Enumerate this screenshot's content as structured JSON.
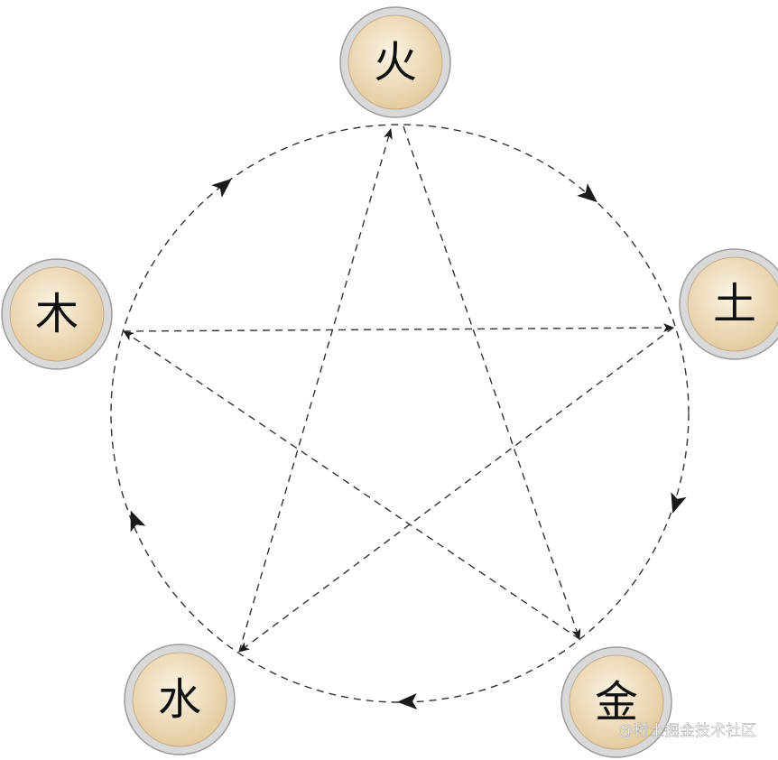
{
  "diagram": {
    "elements": [
      {
        "id": "fire",
        "label": "火"
      },
      {
        "id": "earth",
        "label": "土"
      },
      {
        "id": "metal",
        "label": "金"
      },
      {
        "id": "water",
        "label": "水"
      },
      {
        "id": "wood",
        "label": "木"
      }
    ],
    "generating_cycle": [
      [
        "wood",
        "fire"
      ],
      [
        "fire",
        "earth"
      ],
      [
        "earth",
        "metal"
      ],
      [
        "metal",
        "water"
      ],
      [
        "water",
        "wood"
      ]
    ],
    "overcoming_cycle": [
      [
        "fire",
        "metal"
      ],
      [
        "metal",
        "wood"
      ],
      [
        "wood",
        "earth"
      ],
      [
        "earth",
        "water"
      ],
      [
        "water",
        "fire"
      ]
    ],
    "colors": {
      "node_fill_center": "#fbf3e2",
      "node_fill_edge": "#e3c79a",
      "node_ring": "#d9d9d9",
      "node_ring_stroke": "#9b9b9b",
      "line": "#333333",
      "arrow": "#1a1a1a"
    }
  },
  "watermark": "@稀土掘金技术社区"
}
